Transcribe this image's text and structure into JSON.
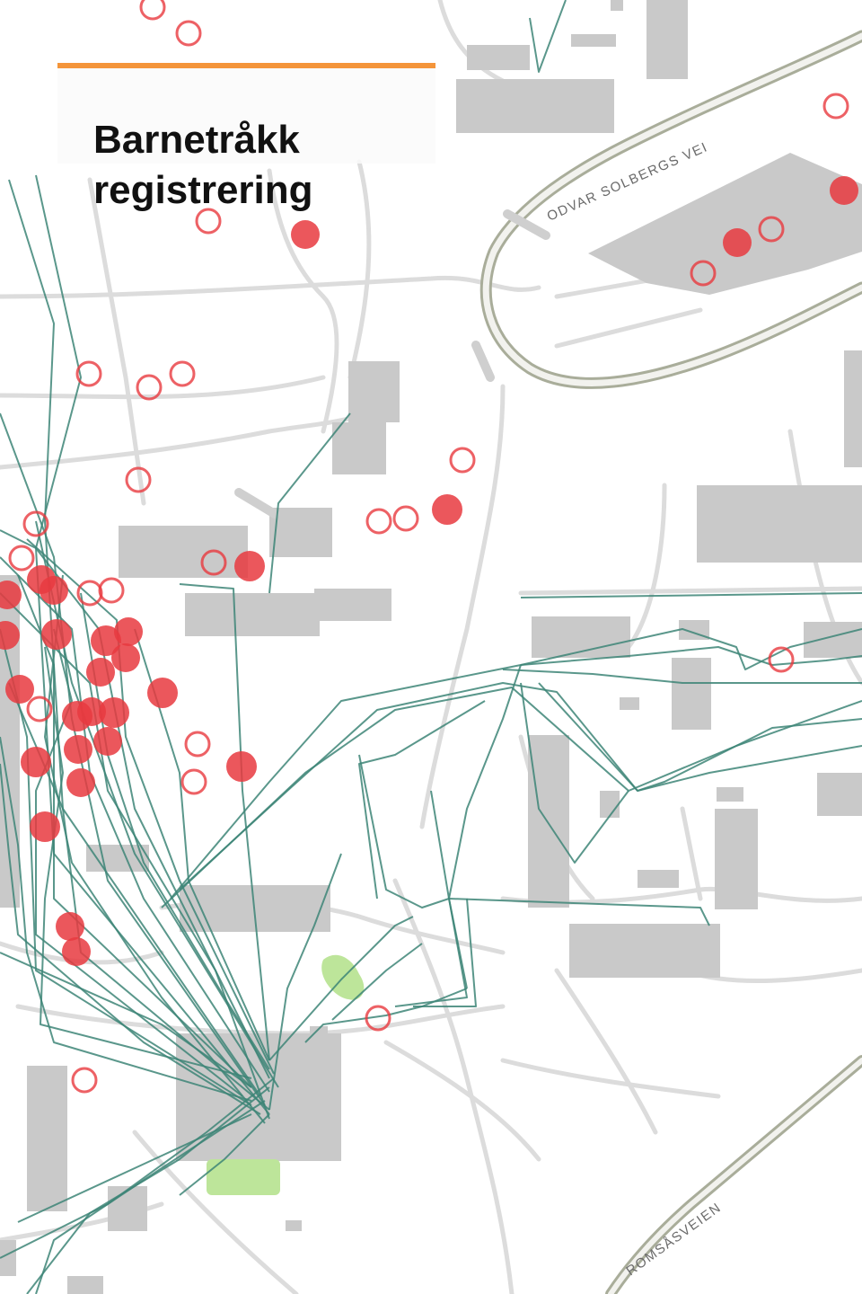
{
  "title": "Barnetråkk registrering",
  "colors": {
    "accent": "#f4953a",
    "track": "#3d8577",
    "marker": "#e8393f",
    "building": "#c9c9c9",
    "path": "#dcdcdc",
    "main_road": "#a9ad9a",
    "green": "#bde59a"
  },
  "roads": {
    "odvar_solbergs_vei": "ODVAR SOLBERGS VEI",
    "romsasveien": "ROMSÅSVEIEN"
  },
  "legend_semantics": {
    "filled_marker": "registered place (filled circle)",
    "hollow_marker": "registered place (hollow circle)",
    "track_line": "registered route"
  }
}
